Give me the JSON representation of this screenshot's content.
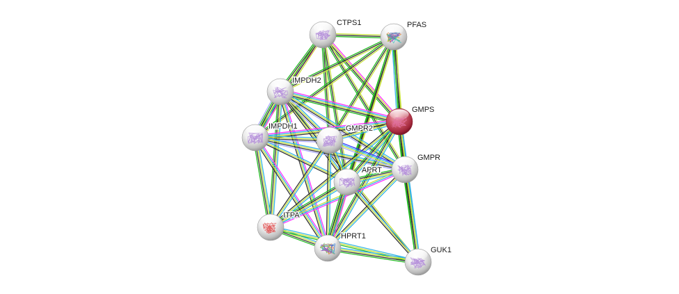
{
  "title": "STRING protein interaction network",
  "edge_colors": {
    "textmining": "#c7e03a",
    "coexpression": "#333333",
    "experiments": "#ff33ff",
    "databases": "#33b3e6",
    "neighborhood": "#22bb22",
    "fusion": "#3333ff",
    "cooccurrence": "#9999ff",
    "homology": "#aaaaff"
  },
  "nodes": [
    {
      "id": "CTPS1",
      "label": "CTPS1",
      "query": false,
      "color": "#e8e8e8",
      "structure": "#b088d8"
    },
    {
      "id": "PFAS",
      "label": "PFAS",
      "query": false,
      "color": "#e8e8e8",
      "structure": "multicolor"
    },
    {
      "id": "IMPDH2",
      "label": "IMPDH2",
      "query": false,
      "color": "#e8e8e8",
      "structure": "#b088d8"
    },
    {
      "id": "GMPS",
      "label": "GMPS",
      "query": true,
      "color": "#c4455a",
      "structure": "#e070a0"
    },
    {
      "id": "IMPDH1",
      "label": "IMPDH1",
      "query": false,
      "color": "#e8e8e8",
      "structure": "#b088d8"
    },
    {
      "id": "GMPR2",
      "label": "GMPR2",
      "query": false,
      "color": "#e8e8e8",
      "structure": "#b088d8"
    },
    {
      "id": "GMPR",
      "label": "GMPR",
      "query": false,
      "color": "#e8e8e8",
      "structure": "#b088d8"
    },
    {
      "id": "APRT",
      "label": "APRT",
      "query": false,
      "color": "#e8e8e8",
      "structure": "#b088d8"
    },
    {
      "id": "ITPA",
      "label": "ITPA",
      "query": false,
      "color": "#e8e8e8",
      "structure": "#e05050"
    },
    {
      "id": "HPRT1",
      "label": "HPRT1",
      "query": false,
      "color": "#e8e8e8",
      "structure": "multicolor"
    },
    {
      "id": "GUK1",
      "label": "GUK1",
      "query": false,
      "color": "#e8e8e8",
      "structure": "#b088d8"
    }
  ],
  "edges": [
    {
      "a": "CTPS1",
      "b": "PFAS",
      "types": [
        "textmining",
        "coexpression",
        "neighborhood"
      ]
    },
    {
      "a": "CTPS1",
      "b": "IMPDH2",
      "types": [
        "experiments",
        "textmining",
        "coexpression",
        "neighborhood"
      ]
    },
    {
      "a": "CTPS1",
      "b": "IMPDH1",
      "types": [
        "textmining",
        "coexpression",
        "neighborhood"
      ]
    },
    {
      "a": "CTPS1",
      "b": "GMPS",
      "types": [
        "experiments",
        "textmining",
        "coexpression",
        "neighborhood"
      ]
    },
    {
      "a": "CTPS1",
      "b": "GMPR2",
      "types": [
        "textmining",
        "coexpression",
        "neighborhood"
      ]
    },
    {
      "a": "CTPS1",
      "b": "APRT",
      "types": [
        "textmining",
        "coexpression",
        "neighborhood"
      ]
    },
    {
      "a": "CTPS1",
      "b": "GMPR",
      "types": [
        "textmining",
        "coexpression",
        "neighborhood"
      ]
    },
    {
      "a": "PFAS",
      "b": "GMPS",
      "types": [
        "textmining",
        "coexpression",
        "neighborhood",
        "databases"
      ]
    },
    {
      "a": "PFAS",
      "b": "IMPDH2",
      "types": [
        "textmining",
        "coexpression",
        "neighborhood"
      ]
    },
    {
      "a": "PFAS",
      "b": "IMPDH1",
      "types": [
        "textmining",
        "coexpression",
        "neighborhood"
      ]
    },
    {
      "a": "PFAS",
      "b": "GMPR2",
      "types": [
        "textmining",
        "coexpression",
        "neighborhood"
      ]
    },
    {
      "a": "PFAS",
      "b": "APRT",
      "types": [
        "textmining",
        "coexpression",
        "neighborhood"
      ]
    },
    {
      "a": "PFAS",
      "b": "GMPR",
      "types": [
        "textmining",
        "coexpression",
        "neighborhood"
      ]
    },
    {
      "a": "PFAS",
      "b": "HPRT1",
      "types": [
        "textmining",
        "coexpression",
        "neighborhood"
      ]
    },
    {
      "a": "IMPDH2",
      "b": "IMPDH1",
      "types": [
        "experiments",
        "databases",
        "textmining",
        "coexpression",
        "neighborhood",
        "homology"
      ]
    },
    {
      "a": "IMPDH2",
      "b": "GMPS",
      "types": [
        "experiments",
        "databases",
        "textmining",
        "coexpression",
        "neighborhood"
      ]
    },
    {
      "a": "IMPDH2",
      "b": "GMPR2",
      "types": [
        "databases",
        "textmining",
        "coexpression",
        "homology"
      ]
    },
    {
      "a": "IMPDH2",
      "b": "GMPR",
      "types": [
        "databases",
        "textmining",
        "coexpression",
        "homology"
      ]
    },
    {
      "a": "IMPDH2",
      "b": "APRT",
      "types": [
        "databases",
        "textmining",
        "coexpression"
      ]
    },
    {
      "a": "IMPDH2",
      "b": "ITPA",
      "types": [
        "databases",
        "textmining",
        "coexpression",
        "neighborhood"
      ]
    },
    {
      "a": "IMPDH2",
      "b": "HPRT1",
      "types": [
        "experiments",
        "databases",
        "textmining",
        "coexpression"
      ]
    },
    {
      "a": "IMPDH2",
      "b": "GUK1",
      "types": [
        "textmining",
        "coexpression"
      ]
    },
    {
      "a": "IMPDH1",
      "b": "GMPS",
      "types": [
        "experiments",
        "databases",
        "textmining",
        "coexpression"
      ]
    },
    {
      "a": "IMPDH1",
      "b": "GMPR2",
      "types": [
        "databases",
        "textmining",
        "coexpression",
        "homology"
      ]
    },
    {
      "a": "IMPDH1",
      "b": "GMPR",
      "types": [
        "databases",
        "textmining",
        "coexpression",
        "homology"
      ]
    },
    {
      "a": "IMPDH1",
      "b": "APRT",
      "types": [
        "databases",
        "textmining",
        "coexpression"
      ]
    },
    {
      "a": "IMPDH1",
      "b": "ITPA",
      "types": [
        "databases",
        "textmining",
        "coexpression",
        "neighborhood"
      ]
    },
    {
      "a": "IMPDH1",
      "b": "HPRT1",
      "types": [
        "experiments",
        "databases",
        "textmining",
        "coexpression"
      ]
    },
    {
      "a": "GMPS",
      "b": "GMPR2",
      "types": [
        "databases",
        "textmining",
        "coexpression"
      ]
    },
    {
      "a": "GMPS",
      "b": "GMPR",
      "types": [
        "databases",
        "textmining",
        "coexpression",
        "neighborhood"
      ]
    },
    {
      "a": "GMPS",
      "b": "APRT",
      "types": [
        "databases",
        "textmining",
        "coexpression",
        "neighborhood"
      ]
    },
    {
      "a": "GMPS",
      "b": "ITPA",
      "types": [
        "databases",
        "textmining",
        "coexpression"
      ]
    },
    {
      "a": "GMPS",
      "b": "HPRT1",
      "types": [
        "databases",
        "textmining",
        "coexpression",
        "neighborhood"
      ]
    },
    {
      "a": "GMPS",
      "b": "GUK1",
      "types": [
        "databases",
        "textmining",
        "coexpression",
        "neighborhood"
      ]
    },
    {
      "a": "GMPR2",
      "b": "GMPR",
      "types": [
        "fusion",
        "databases",
        "textmining",
        "homology"
      ]
    },
    {
      "a": "GMPR2",
      "b": "APRT",
      "types": [
        "databases",
        "textmining",
        "coexpression"
      ]
    },
    {
      "a": "GMPR2",
      "b": "ITPA",
      "types": [
        "databases",
        "textmining",
        "coexpression"
      ]
    },
    {
      "a": "GMPR2",
      "b": "HPRT1",
      "types": [
        "databases",
        "textmining",
        "coexpression"
      ]
    },
    {
      "a": "GMPR",
      "b": "APRT",
      "types": [
        "databases",
        "textmining",
        "coexpression",
        "neighborhood"
      ]
    },
    {
      "a": "GMPR",
      "b": "ITPA",
      "types": [
        "experiments",
        "databases",
        "textmining"
      ]
    },
    {
      "a": "GMPR",
      "b": "HPRT1",
      "types": [
        "databases",
        "textmining",
        "coexpression"
      ]
    },
    {
      "a": "GMPR",
      "b": "GUK1",
      "types": [
        "databases",
        "textmining",
        "coexpression",
        "neighborhood"
      ]
    },
    {
      "a": "APRT",
      "b": "ITPA",
      "types": [
        "databases",
        "textmining",
        "coexpression",
        "neighborhood"
      ]
    },
    {
      "a": "APRT",
      "b": "HPRT1",
      "types": [
        "experiments",
        "databases",
        "textmining",
        "coexpression",
        "neighborhood"
      ]
    },
    {
      "a": "APRT",
      "b": "GUK1",
      "types": [
        "databases",
        "textmining",
        "coexpression"
      ]
    },
    {
      "a": "ITPA",
      "b": "HPRT1",
      "types": [
        "databases",
        "textmining",
        "coexpression",
        "neighborhood"
      ]
    },
    {
      "a": "ITPA",
      "b": "GUK1",
      "types": [
        "databases",
        "textmining",
        "neighborhood"
      ]
    },
    {
      "a": "HPRT1",
      "b": "GUK1",
      "types": [
        "databases",
        "textmining",
        "coexpression",
        "neighborhood"
      ]
    }
  ]
}
